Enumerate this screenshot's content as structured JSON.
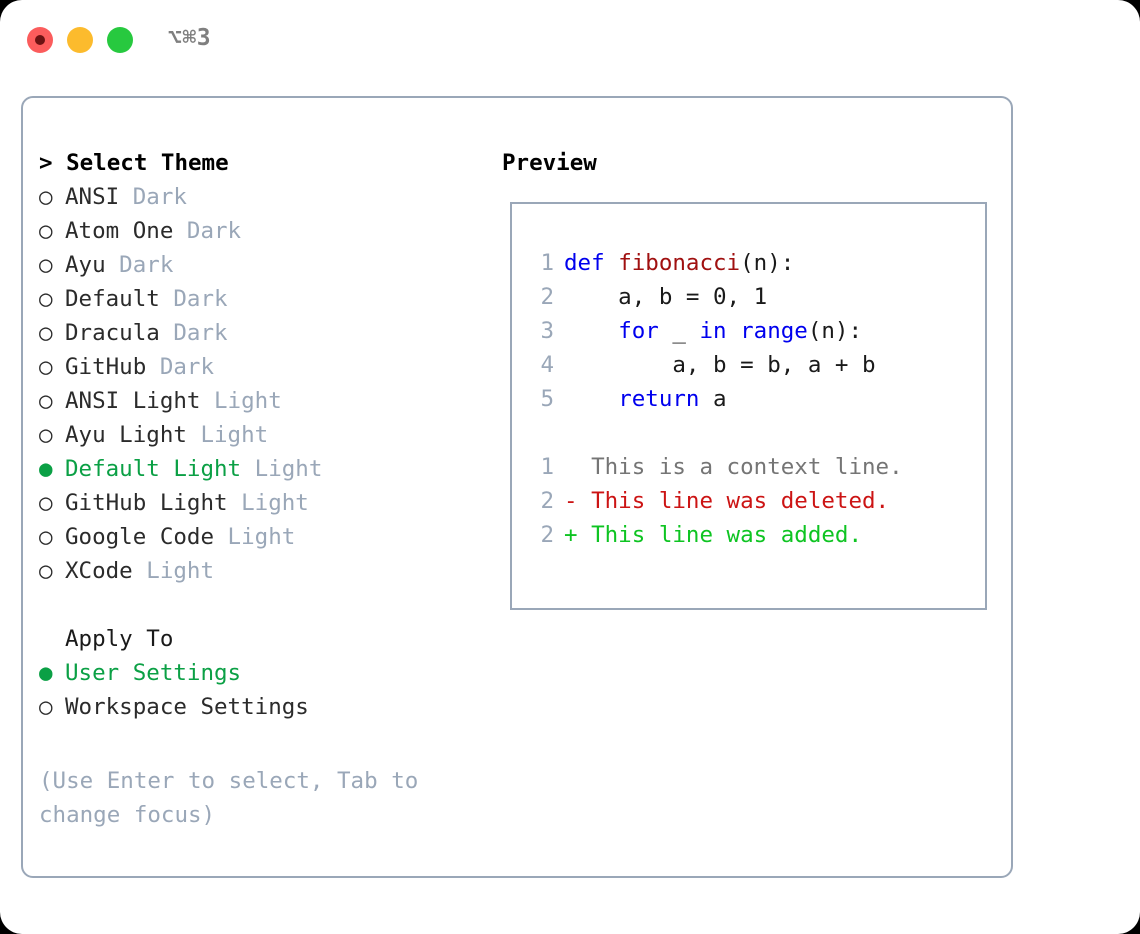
{
  "window": {
    "title": "⌥⌘3",
    "traffic_lights": [
      "close-red",
      "minimize-yellow",
      "maximize-green"
    ]
  },
  "colors": {
    "accent_green": "#0ba045",
    "muted": "#9aa7b8",
    "border": "#9aa7b8",
    "keyword_blue": "#0000ee",
    "function_red": "#a01010",
    "diff_delete_red": "#cc1414",
    "diff_add_green": "#0ec422",
    "traffic_red": "#fb5c5c",
    "traffic_yellow": "#fcbb2d",
    "traffic_green": "#27c93f"
  },
  "theme_panel": {
    "heading": "> Select Theme",
    "markers": {
      "selected": "●",
      "unselected": "○"
    },
    "items": [
      {
        "label": "ANSI",
        "mode": "Dark",
        "selected": false
      },
      {
        "label": "Atom One",
        "mode": "Dark",
        "selected": false
      },
      {
        "label": "Ayu",
        "mode": "Dark",
        "selected": false
      },
      {
        "label": "Default",
        "mode": "Dark",
        "selected": false
      },
      {
        "label": "Dracula",
        "mode": "Dark",
        "selected": false
      },
      {
        "label": "GitHub",
        "mode": "Dark",
        "selected": false
      },
      {
        "label": "ANSI Light",
        "mode": "Light",
        "selected": false
      },
      {
        "label": "Ayu Light",
        "mode": "Light",
        "selected": false
      },
      {
        "label": "Default Light",
        "mode": "Light",
        "selected": true
      },
      {
        "label": "GitHub Light",
        "mode": "Light",
        "selected": false
      },
      {
        "label": "Google Code",
        "mode": "Light",
        "selected": false
      },
      {
        "label": "XCode",
        "mode": "Light",
        "selected": false
      }
    ]
  },
  "apply_to": {
    "heading": "Apply To",
    "items": [
      {
        "label": "User Settings",
        "selected": true
      },
      {
        "label": "Workspace Settings",
        "selected": false
      }
    ]
  },
  "hint": "(Use Enter to select, Tab to change focus)",
  "preview": {
    "heading": "Preview",
    "code_lines": [
      {
        "num": "1",
        "tokens": [
          {
            "t": "def ",
            "c": "kw"
          },
          {
            "t": "fibonacci",
            "c": "fn"
          },
          {
            "t": "(n):",
            "c": "plain"
          }
        ]
      },
      {
        "num": "2",
        "tokens": [
          {
            "t": "    a, b = 0, 1",
            "c": "plain"
          }
        ]
      },
      {
        "num": "3",
        "tokens": [
          {
            "t": "    ",
            "c": "plain"
          },
          {
            "t": "for",
            "c": "kw"
          },
          {
            "t": " _ ",
            "c": "plain"
          },
          {
            "t": "in range",
            "c": "kw"
          },
          {
            "t": "(n):",
            "c": "plain"
          }
        ]
      },
      {
        "num": "4",
        "tokens": [
          {
            "t": "        a, b = b, a + b",
            "c": "plain"
          }
        ]
      },
      {
        "num": "5",
        "tokens": [
          {
            "t": "    ",
            "c": "plain"
          },
          {
            "t": "return",
            "c": "kw"
          },
          {
            "t": " a",
            "c": "plain"
          }
        ]
      }
    ],
    "diff_lines": [
      {
        "num": "1",
        "text": "  This is a context line.",
        "kind": "diff-context"
      },
      {
        "num": "2",
        "text": "- This line was deleted.",
        "kind": "diff-del"
      },
      {
        "num": "2",
        "text": "+ This line was added.",
        "kind": "diff-add"
      }
    ]
  }
}
